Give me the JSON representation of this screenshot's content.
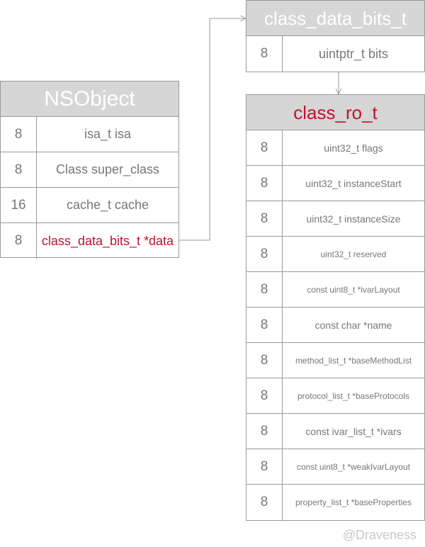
{
  "nsobject": {
    "title": "NSObject",
    "rows": [
      {
        "size": "8",
        "field": "isa_t isa"
      },
      {
        "size": "8",
        "field": "Class super_class"
      },
      {
        "size": "16",
        "field": "cache_t cache"
      },
      {
        "size": "8",
        "field": "class_data_bits_t *data"
      }
    ]
  },
  "class_data_bits": {
    "title": "class_data_bits_t",
    "rows": [
      {
        "size": "8",
        "field": "uintptr_t bits"
      }
    ]
  },
  "class_ro": {
    "title": "class_ro_t",
    "rows": [
      {
        "size": "8",
        "field": "uint32_t flags"
      },
      {
        "size": "8",
        "field": "uint32_t instanceStart"
      },
      {
        "size": "8",
        "field": "uint32_t instanceSize"
      },
      {
        "size": "8",
        "field": "uint32_t reserved"
      },
      {
        "size": "8",
        "field": "const uint8_t *ivarLayout"
      },
      {
        "size": "8",
        "field": "const char *name"
      },
      {
        "size": "8",
        "field": "method_list_t *baseMethodList"
      },
      {
        "size": "8",
        "field": "protocol_list_t *baseProtocols"
      },
      {
        "size": "8",
        "field": "const ivar_list_t *ivars"
      },
      {
        "size": "8",
        "field": "const uint8_t *weakIvarLayout"
      },
      {
        "size": "8",
        "field": "property_list_t *baseProperties"
      }
    ]
  },
  "colors": {
    "highlight": "#c8102e",
    "header_bg": "#d6d6d6",
    "border": "#9a9a9a",
    "text": "#777777"
  },
  "watermark": "@Draveness"
}
